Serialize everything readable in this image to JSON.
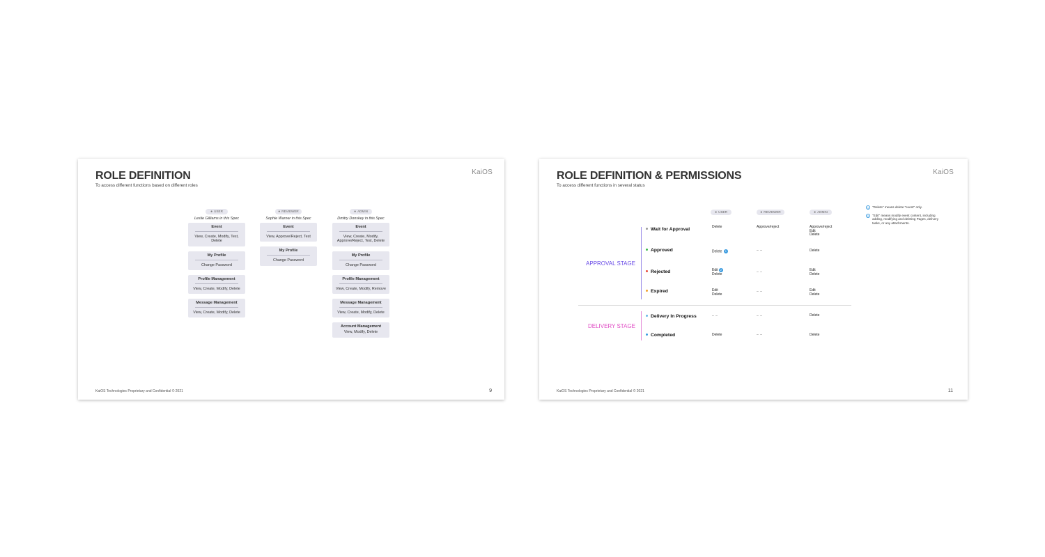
{
  "slide1": {
    "title": "ROLE DEFINITION",
    "subtitle": "To access different functions based on different roles",
    "logo": "KaiOS",
    "footer": "KaiOS Technologies Proprietary and Confidential © 2021",
    "page_number": "9",
    "roles": [
      {
        "label": "USER",
        "icon": "user-icon",
        "person": "Leslie Gilliams in this Spec",
        "cards": [
          {
            "title": "Event",
            "desc": "View, Create, Modify, Test, Delete"
          },
          {
            "title": "My Profile",
            "desc": "Change Password"
          },
          {
            "title": "Profile Management",
            "desc": "View, Create, Modify, Delete"
          },
          {
            "title": "Message Management",
            "desc": "View, Create, Modify, Delete"
          }
        ]
      },
      {
        "label": "REVIEWER",
        "icon": "user-icon",
        "person": "Sophie Warner in this Spec",
        "cards": [
          {
            "title": "Event",
            "desc": "View, Approve/Reject, Test"
          },
          {
            "title": "My Profile",
            "desc": "Change Password"
          }
        ]
      },
      {
        "label": "ADMIN",
        "icon": "admin-icon",
        "person": "Dmitry Donskey in this Spec",
        "cards": [
          {
            "title": "Event",
            "desc": "View, Create, Modify, Approve/Reject, Test, Delete"
          },
          {
            "title": "My Profile",
            "desc": "Change Password"
          },
          {
            "title": "Profile Management",
            "desc": "View, Create, Modify, Remove"
          },
          {
            "title": "Message Management",
            "desc": "View, Create, Modify, Delete"
          },
          {
            "title": "Account Management",
            "desc": "View, Modify, Delete"
          }
        ]
      }
    ]
  },
  "slide2": {
    "title": "ROLE DEFINITION & PERMISSIONS",
    "subtitle": "To access different functions in several status",
    "logo": "KaiOS",
    "footer": "KaiOS Technologies Proprietary and Confidential © 2021",
    "page_number": "11",
    "columns": [
      "USER",
      "REVIEWER",
      "ADMIN"
    ],
    "stages": [
      {
        "name": "APPROVAL STAGE",
        "color": "#6a4ce6"
      },
      {
        "name": "DELIVERY STAGE",
        "color": "#e04cc4"
      }
    ],
    "statuses": [
      {
        "name": "Wait for Approval",
        "dot_color": "#999999",
        "user": "Delete",
        "user_badge": "",
        "reviewer": "Approve/reject",
        "admin": "Approve/reject\nEdit\nDelete"
      },
      {
        "name": "Approved",
        "dot_color": "#3cb84a",
        "user": "Delete",
        "user_badge": "1",
        "reviewer": "– –",
        "admin": "Delete"
      },
      {
        "name": "Rejected",
        "dot_color": "#e84a3c",
        "user": "Edit\nDelete",
        "user_badge": "2",
        "reviewer": "– –",
        "admin": "Edit\nDelete"
      },
      {
        "name": "Expired",
        "dot_color": "#f0a030",
        "user": "Edit\nDelete",
        "user_badge": "",
        "reviewer": "– –",
        "admin": "Edit\nDelete"
      },
      {
        "name": "Delivery In Progress",
        "dot_color": "#6ab8e8",
        "user": "– –",
        "user_badge": "",
        "reviewer": "– –",
        "admin": "Delete"
      },
      {
        "name": "Completed",
        "dot_color": "#3a9be0",
        "user": "Delete",
        "user_badge": "",
        "reviewer": "– –",
        "admin": "Delete"
      }
    ],
    "notes": [
      {
        "marker": "1",
        "text": "\"Delete\" means delete \"event\" only."
      },
      {
        "marker": "2",
        "text": "\"Edit\" means modify event content, including adding, modifying and deleting Pages, delivery tasks, or any attachments."
      }
    ]
  }
}
